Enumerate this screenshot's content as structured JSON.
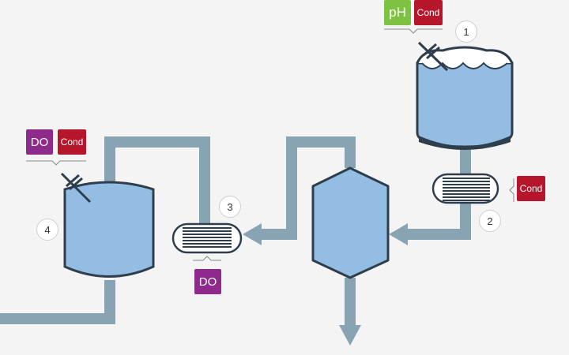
{
  "colors": {
    "background": "#f4f4f4",
    "pipe": "#88a4b3",
    "vessel_fill": "#94bde3",
    "outline": "#2f3e4c",
    "ph": "#7dc242",
    "cond": "#b5162b",
    "do": "#8e2a8b"
  },
  "labels": {
    "ph": "pH",
    "cond": "Cond",
    "do": "DO"
  },
  "steps": [
    "1",
    "2",
    "3",
    "4"
  ]
}
